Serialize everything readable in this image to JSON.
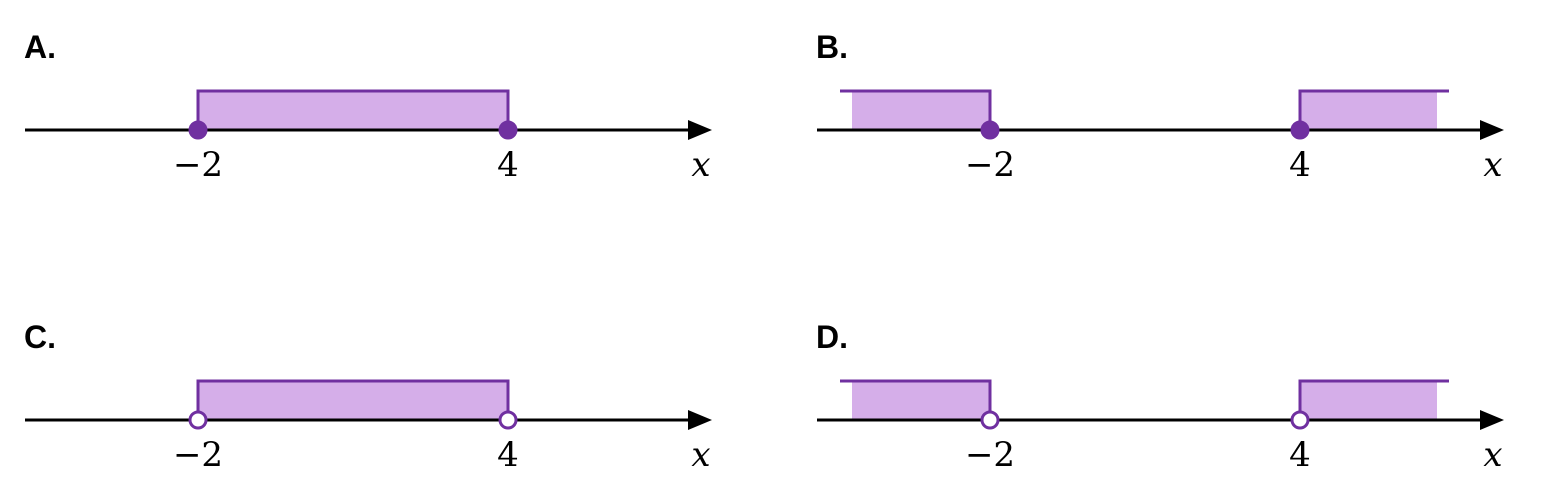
{
  "colors": {
    "fill": "#d5aee9",
    "stroke": "#7030a0",
    "axis": "#000000",
    "open_point_fill": "#ffffff"
  },
  "axis_variable": "x",
  "options": [
    {
      "label": "A.",
      "points": [
        {
          "value": -2,
          "label": "−2",
          "closed": true
        },
        {
          "value": 4,
          "label": "4",
          "closed": true
        }
      ],
      "region": "between"
    },
    {
      "label": "B.",
      "points": [
        {
          "value": -2,
          "label": "−2",
          "closed": true
        },
        {
          "value": 4,
          "label": "4",
          "closed": true
        }
      ],
      "region": "outside"
    },
    {
      "label": "C.",
      "points": [
        {
          "value": -2,
          "label": "−2",
          "closed": false
        },
        {
          "value": 4,
          "label": "4",
          "closed": false
        }
      ],
      "region": "between"
    },
    {
      "label": "D.",
      "points": [
        {
          "value": -2,
          "label": "−2",
          "closed": false
        },
        {
          "value": 4,
          "label": "4",
          "closed": false
        }
      ],
      "region": "outside"
    }
  ]
}
